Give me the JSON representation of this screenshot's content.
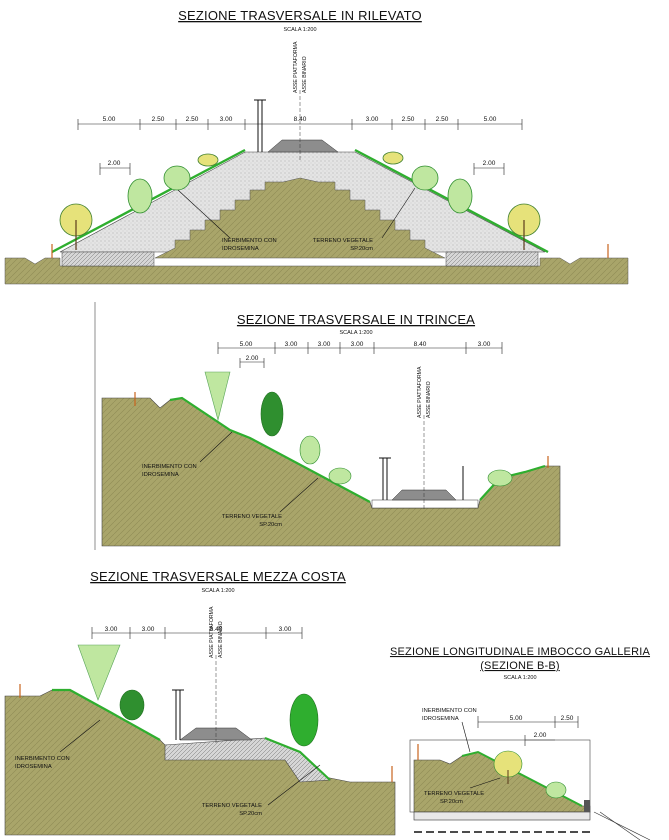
{
  "colors": {
    "soil": "#a9a56a",
    "grass": "#2fae2f",
    "embankment": "#e2e2e2",
    "ballast": "#8d8d8d",
    "tree_light": "#bfe7a0",
    "tree_dark": "#2f8f2f",
    "shrub_yellow": "#e6e27a",
    "marker": "#c8641e"
  },
  "sections": {
    "rilevato": {
      "title": "SEZIONE TRASVERSALE IN RILEVATO",
      "scale": "SCALA 1:200",
      "dims": [
        "5.00",
        "2.50",
        "2.50",
        "3.00",
        "8.40",
        "3.00",
        "2.50",
        "2.50",
        "5.00"
      ],
      "sub_left": "2.00",
      "sub_right": "2.00",
      "axis_platform": "ASSE PIATTAFORMA",
      "axis_track": "ASSE BINARIO",
      "label_seed_1": "INERBIMENTO CON",
      "label_seed_2": "IDROSEMINA",
      "label_soil_1": "TERRENO VEGETALE",
      "label_soil_2": "SP.20cm"
    },
    "trincea": {
      "title": "SEZIONE TRASVERSALE IN TRINCEA",
      "scale": "SCALA 1:200",
      "dims": [
        "5.00",
        "3.00",
        "3.00",
        "3.00",
        "8.40",
        "3.00"
      ],
      "sub": "2.00",
      "axis_platform": "ASSE PIATTAFORMA",
      "axis_track": "ASSE BINARIO",
      "label_seed_1": "INERBIMENTO CON",
      "label_seed_2": "IDROSEMINA",
      "label_soil_1": "TERRENO VEGETALE",
      "label_soil_2": "SP.20cm"
    },
    "mezza_costa": {
      "title": "SEZIONE TRASVERSALE MEZZA COSTA",
      "scale": "SCALA 1:200",
      "dims": [
        "3.00",
        "3.00",
        "8.40",
        "3.00"
      ],
      "axis_platform": "ASSE PIATTAFORMA",
      "axis_track": "ASSE BINARIO",
      "label_seed_1": "INERBIMENTO CON",
      "label_seed_2": "IDROSEMINA",
      "label_soil_1": "TERRENO VEGETALE",
      "label_soil_2": "SP.20cm"
    },
    "galleria": {
      "title_1": "SEZIONE LONGITUDINALE IMBOCCO GALLERIA",
      "title_2": "(SEZIONE B-B)",
      "scale": "SCALA 1:200",
      "dims": [
        "5.00",
        "2.50"
      ],
      "sub": "2.00",
      "label_seed_1": "INERBIMENTO CON",
      "label_seed_2": "IDROSEMINA",
      "label_soil_1": "TERRENO VEGETALE",
      "label_soil_2": "SP.20cm"
    }
  }
}
